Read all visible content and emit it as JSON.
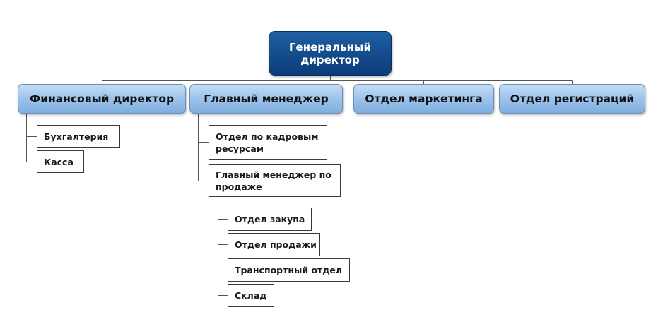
{
  "org_chart": {
    "root": {
      "label": "Генеральный директор"
    },
    "departments": [
      {
        "label": "Финансовый директор",
        "children": [
          {
            "label": "Бухгалтерия"
          },
          {
            "label": "Касса"
          }
        ]
      },
      {
        "label": "Главный менеджер",
        "children": [
          {
            "label": "Отдел по кадровым ресурсам"
          },
          {
            "label": "Главный менеджер по продаже",
            "children": [
              {
                "label": "Отдел закупа"
              },
              {
                "label": "Отдел продажи"
              },
              {
                "label": "Транспортный отдел"
              },
              {
                "label": "Склад"
              }
            ]
          }
        ]
      },
      {
        "label": "Отдел маркетинга"
      },
      {
        "label": "Отдел регистраций"
      }
    ],
    "colors": {
      "root_fill": "#0b3c78",
      "department_fill": "#9cc3eb",
      "leaf_fill": "#ffffff",
      "connector": "#444444"
    }
  }
}
